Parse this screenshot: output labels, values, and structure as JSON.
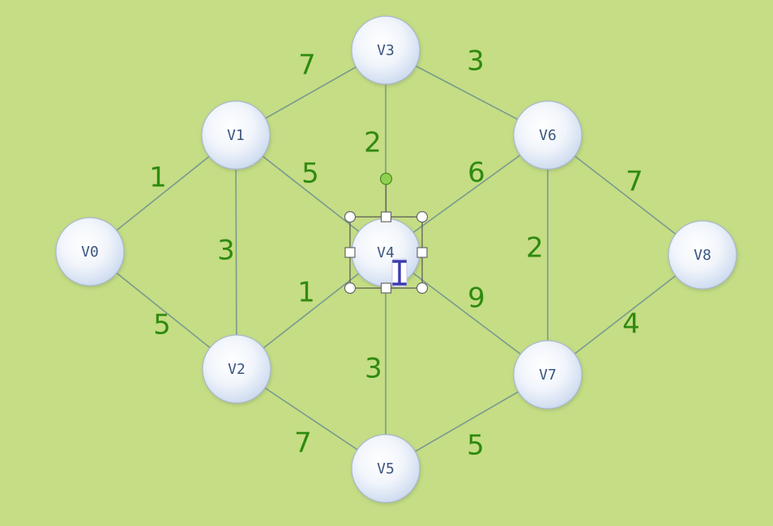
{
  "colors": {
    "background": "#c5dd84",
    "edge": "#7a9a8f",
    "weight_text": "#2f8a10",
    "node_fill_center": "#ffffff",
    "node_fill_edge": "#d4e0f2",
    "node_label": "#3a5680"
  },
  "nodes": [
    {
      "id": "V0",
      "label": "V0"
    },
    {
      "id": "V1",
      "label": "V1"
    },
    {
      "id": "V2",
      "label": "V2"
    },
    {
      "id": "V3",
      "label": "V3"
    },
    {
      "id": "V4",
      "label": "V4"
    },
    {
      "id": "V5",
      "label": "V5"
    },
    {
      "id": "V6",
      "label": "V6"
    },
    {
      "id": "V7",
      "label": "V7"
    },
    {
      "id": "V8",
      "label": "V8"
    }
  ],
  "edges": [
    {
      "from": "V0",
      "to": "V1",
      "weight": "1"
    },
    {
      "from": "V0",
      "to": "V2",
      "weight": "5"
    },
    {
      "from": "V1",
      "to": "V2",
      "weight": "3"
    },
    {
      "from": "V1",
      "to": "V3",
      "weight": "7"
    },
    {
      "from": "V1",
      "to": "V4",
      "weight": "5"
    },
    {
      "from": "V2",
      "to": "V4",
      "weight": "1"
    },
    {
      "from": "V2",
      "to": "V5",
      "weight": "7"
    },
    {
      "from": "V3",
      "to": "V4",
      "weight": "2"
    },
    {
      "from": "V3",
      "to": "V6",
      "weight": "3"
    },
    {
      "from": "V4",
      "to": "V5",
      "weight": "3"
    },
    {
      "from": "V4",
      "to": "V6",
      "weight": "6"
    },
    {
      "from": "V4",
      "to": "V7",
      "weight": "9"
    },
    {
      "from": "V5",
      "to": "V7",
      "weight": "5"
    },
    {
      "from": "V6",
      "to": "V7",
      "weight": "2"
    },
    {
      "from": "V6",
      "to": "V8",
      "weight": "7"
    },
    {
      "from": "V7",
      "to": "V8",
      "weight": "4"
    }
  ],
  "selected_node": "V4"
}
